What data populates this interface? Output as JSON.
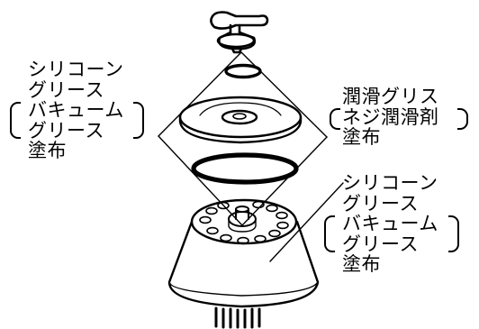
{
  "label_left": {
    "line1": "シリコーン",
    "line2": "グリース",
    "line3": "バキューム",
    "line4": "グリース",
    "line5": "塗布"
  },
  "label_right_top": {
    "line1": "潤滑グリス",
    "line2": "ネジ潤滑剤",
    "line3": "塗布"
  },
  "label_right_bottom": {
    "line1": "シリコーン",
    "line2": "グリース",
    "line3": "バキューム",
    "line4": "グリース",
    "line5": "塗布"
  }
}
